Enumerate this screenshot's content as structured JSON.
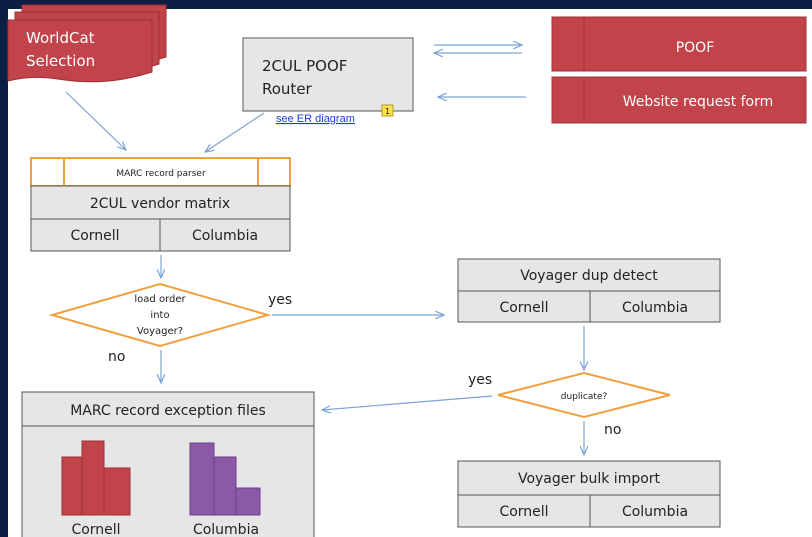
{
  "colors": {
    "frame": "#0b1e43",
    "canvas": "#ffffff",
    "red": "#c0444a",
    "purple": "#8b5aa6",
    "orange": "#f0a040",
    "gray_box": "#e6e6e6",
    "arrow": "#7da3d6"
  },
  "worldcat": {
    "line1": "WorldCat",
    "line2": "Selection"
  },
  "router": {
    "line1": "2CUL POOF",
    "line2": "Router",
    "link": "see ER diagram",
    "badge": "1"
  },
  "poof": {
    "label": "POOF"
  },
  "request_form": {
    "label": "Website request form"
  },
  "parser": {
    "label": "MARC record parser"
  },
  "vendor_matrix": {
    "title": "2CUL vendor matrix",
    "left": "Cornell",
    "right": "Columbia"
  },
  "load_decision": {
    "line1": "load order",
    "line2": "into",
    "line3": "Voyager?",
    "yes": "yes",
    "no": "no"
  },
  "dup_detect": {
    "title": "Voyager dup detect",
    "left": "Cornell",
    "right": "Columbia"
  },
  "duplicate_decision": {
    "label": "duplicate?",
    "yes": "yes",
    "no": "no"
  },
  "exceptions": {
    "title": "MARC record exception files",
    "left": "Cornell",
    "right": "Columbia",
    "left_icon": "bar-chart-icon",
    "right_icon": "bar-chart-icon"
  },
  "bulk_import": {
    "title": "Voyager bulk import",
    "left": "Cornell",
    "right": "Columbia"
  }
}
